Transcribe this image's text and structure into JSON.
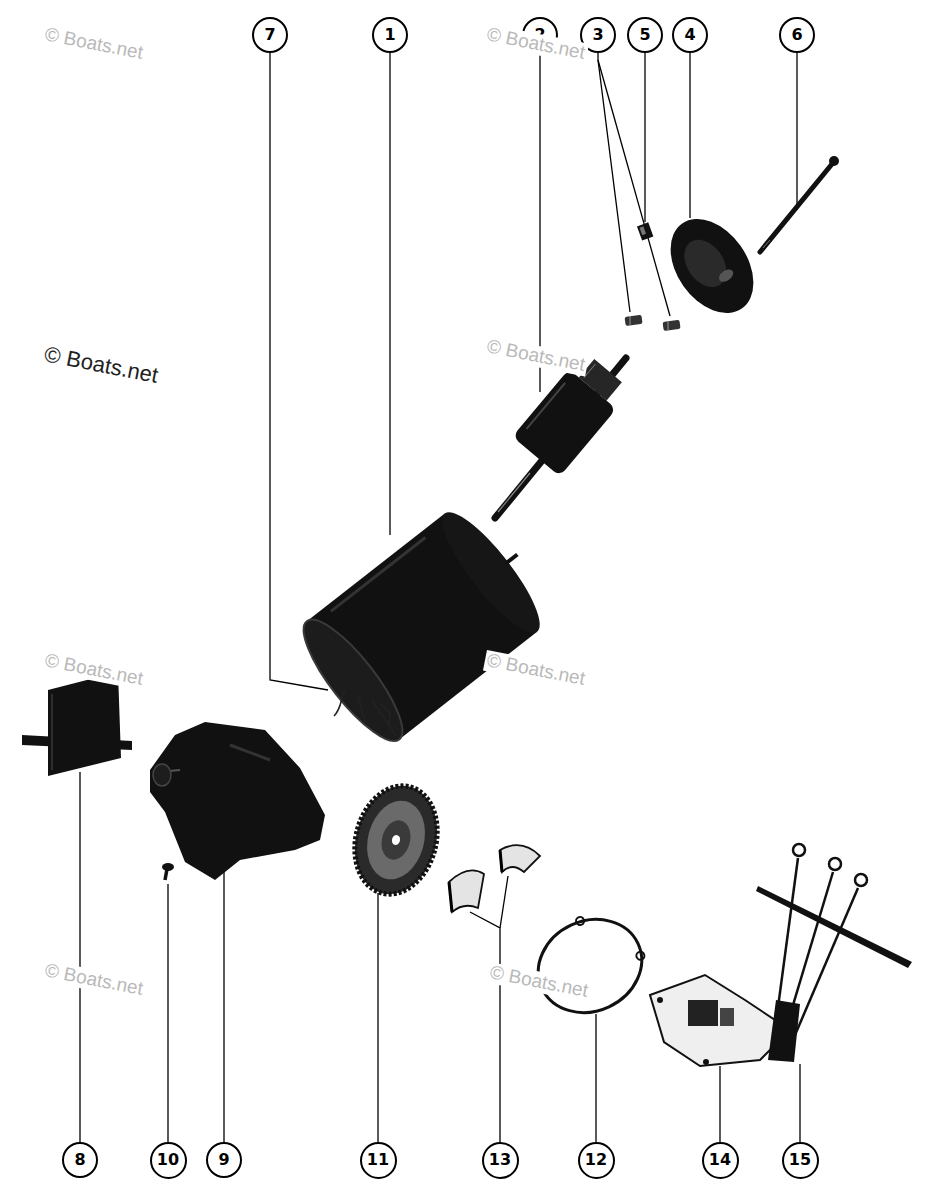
{
  "diagram": {
    "nodes": [
      {
        "text": [
          "7"
        ]
      },
      {
        "text": [
          "1"
        ]
      },
      {
        "text": [
          "2"
        ]
      },
      {
        "text": [
          "3"
        ]
      },
      {
        "text": [
          "5"
        ]
      },
      {
        "text": [
          "4"
        ]
      },
      {
        "text": [
          "6"
        ]
      },
      {
        "text": [
          "8"
        ]
      },
      {
        "text": [
          "10"
        ]
      },
      {
        "text": [
          "9"
        ]
      },
      {
        "text": [
          "11"
        ]
      },
      {
        "text": [
          "13"
        ]
      },
      {
        "text": [
          "12"
        ]
      },
      {
        "text": [
          "14"
        ]
      },
      {
        "text": [
          "15"
        ]
      }
    ],
    "edges": [],
    "labels": [
      "© Boats.net",
      "© Boats.net",
      "© Boats.net",
      "© Boats.net",
      "© Boats.net",
      "© Boats.net",
      "© Boats.net",
      "© Boats.net"
    ]
  }
}
